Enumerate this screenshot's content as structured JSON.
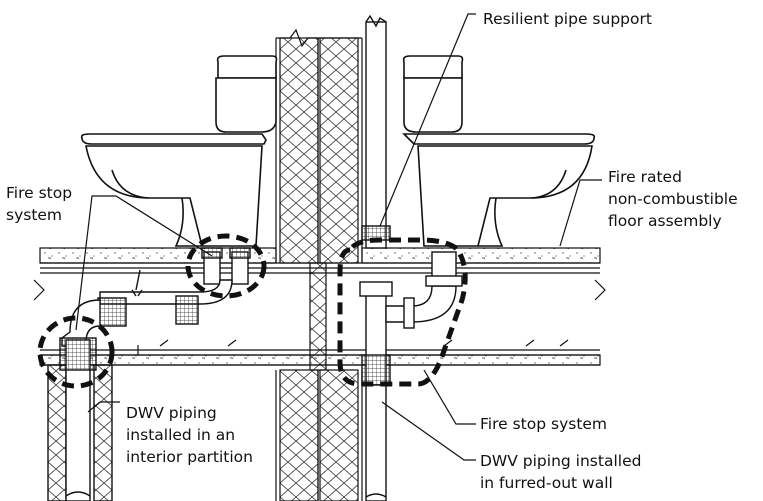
{
  "labels": {
    "resilient_support": "Resilient pipe support",
    "fire_stop_left": [
      "Fire stop",
      "system"
    ],
    "fire_rated_floor": [
      "Fire rated",
      "non-combustible",
      "floor assembly"
    ],
    "dwv_interior": [
      "DWV piping",
      "installed in an",
      "interior partition"
    ],
    "fire_stop_right": "Fire stop system",
    "dwv_furred": [
      "DWV piping installed",
      "in furred-out wall"
    ]
  },
  "colors": {
    "line": "#111111",
    "background": "#ffffff",
    "hatch": "#555555"
  }
}
